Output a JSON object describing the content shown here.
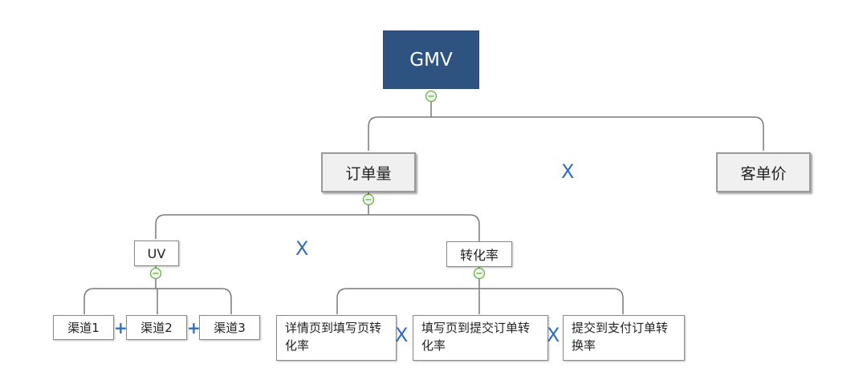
{
  "diagram": {
    "root": {
      "label": "GMV"
    },
    "order_count": {
      "label": "订单量"
    },
    "avg_order_value": {
      "label": "客单价"
    },
    "uv": {
      "label": "UV"
    },
    "conversion_rate": {
      "label": "转化率"
    },
    "channels": [
      {
        "label": "渠道1"
      },
      {
        "label": "渠道2"
      },
      {
        "label": "渠道3"
      }
    ],
    "conversions": [
      {
        "label": "详情页到填写页转化率"
      },
      {
        "label": "填写页到提交订单转化率"
      },
      {
        "label": "提交到支付订单转换率"
      }
    ],
    "operators": {
      "times": "X",
      "plus": "+"
    }
  },
  "colors": {
    "root_fill": "#2f5381",
    "operator": "#2e6fbf",
    "connector": "#7a7a7a",
    "collapse_toggle": "#6ab04c"
  },
  "icons": {
    "collapse_toggle": "collapse-circle-icon"
  }
}
